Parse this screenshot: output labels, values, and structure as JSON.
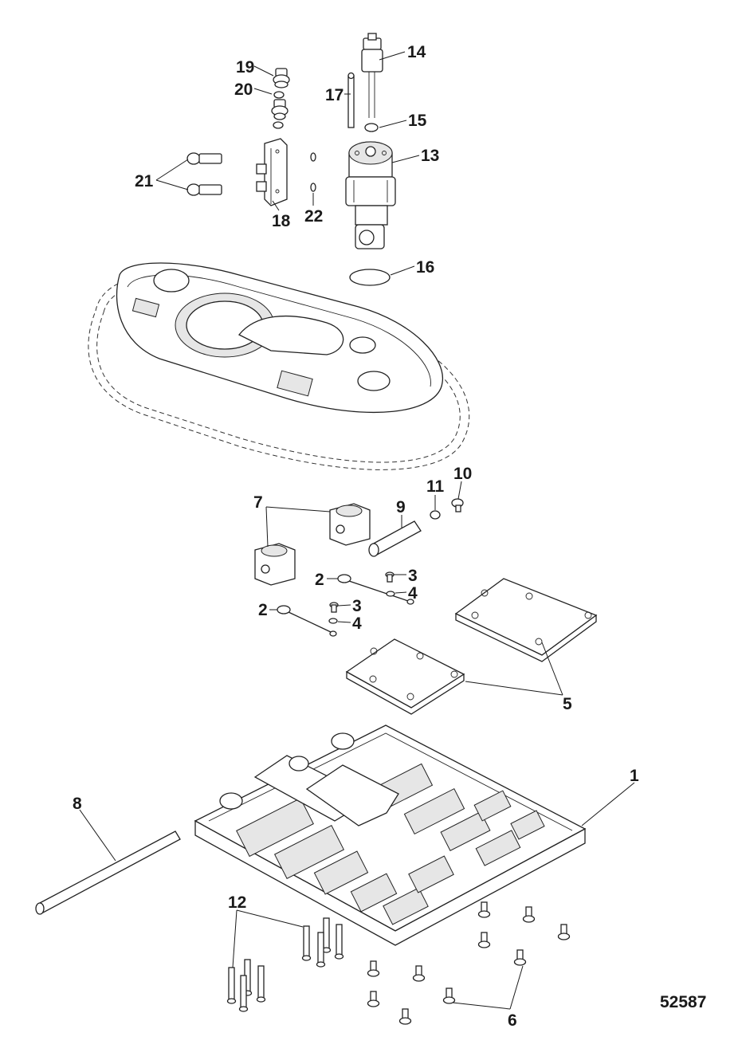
{
  "figure_id": "52587",
  "callouts": {
    "c1": "1",
    "c2a": "2",
    "c2b": "2",
    "c3a": "3",
    "c3b": "3",
    "c4a": "4",
    "c4b": "4",
    "c5": "5",
    "c6": "6",
    "c7": "7",
    "c8": "8",
    "c9": "9",
    "c10": "10",
    "c11": "11",
    "c12": "12",
    "c13": "13",
    "c14": "14",
    "c15": "15",
    "c16": "16",
    "c17": "17",
    "c18": "18",
    "c19": "19",
    "c20": "20",
    "c21": "21",
    "c22": "22"
  }
}
